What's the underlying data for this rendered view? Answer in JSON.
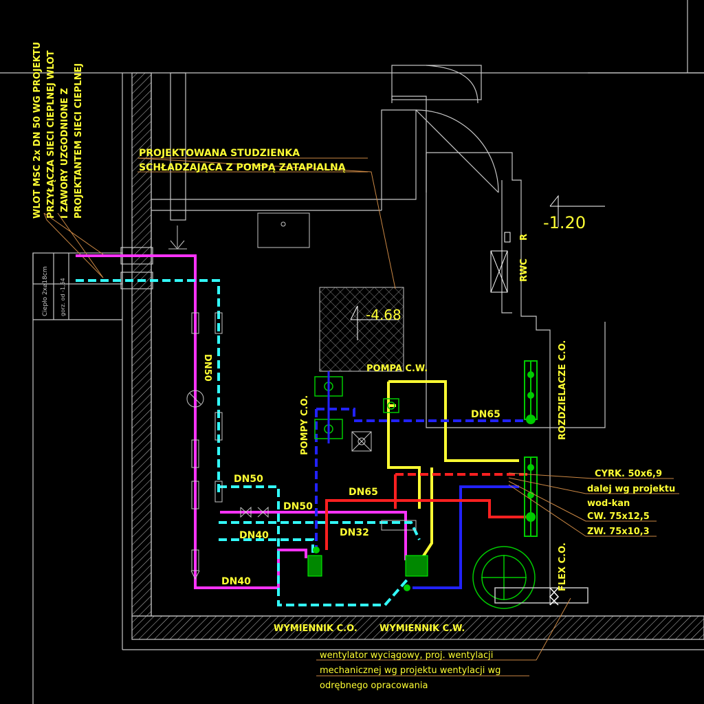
{
  "colors": {
    "background": "#000000",
    "wall": "#c8c8c8",
    "supply_magenta": "#ff33ff",
    "return_cyan": "#33ffff",
    "cold_water_yellow": "#ffff33",
    "hot_red": "#ff2020",
    "blue_line": "#2222ff",
    "green_line": "#00cc00",
    "annotation_yellow": "#ffff00",
    "leader_orange": "#cc8844",
    "plain_text": "#ffffff"
  },
  "notes": {
    "inlet_vertical_1": "WLOT MSC 2x DN 50 WG PROJEKTU",
    "inlet_vertical_2": "PRZYŁĄCZA SIECI CIEPLNEJ WLOT",
    "inlet_vertical_3": "I ZAWORY UZGODNIONE Z",
    "inlet_vertical_4": "PROJEKTANTEM SIECI CIEPLNEJ",
    "sump_1": "PROJEKTOWANA STUDZIENKA",
    "sump_2": "SCHŁADZAJĄCA Z POMPĄ ZATAPIALNĄ",
    "elevation_top": "-1.20",
    "elevation_sump": "-4.68",
    "rwc": "RWC",
    "r": "R",
    "pompa_cw": "POMPA C.W.",
    "pompy_co": "POMPY C.O.",
    "rozdzielacze": "ROZDZIELACZE C.O.",
    "flex": "FLEX C.O.",
    "wymiennik_co": "WYMIENNIK C.O.",
    "wymiennik_cw": "WYMIENNIK C.W.",
    "cyrk": "CYRK. 50x6,9",
    "dalej": "dalej wg projektu",
    "wodkan": "wod-kan",
    "cw": "CW. 75x12,5",
    "zw": "ZW. 75x10,3",
    "fan_1": "wentylator wyciągowy, proj. wentylacji",
    "fan_2": "mechanicznej wg projektu wentylacji wg",
    "fan_3": "odrębnego opracowania",
    "side_box_1": "Ciepło 2x⌀18cm",
    "side_box_2": "gorz. od -1,54"
  },
  "pipes": {
    "dn50_vertical": "DN50",
    "dn65_top": "DN65",
    "dn50_a": "DN50",
    "dn50_b": "DN50",
    "dn40_a": "DN40",
    "dn40_b": "DN40",
    "dn65_mid": "DN65",
    "dn32": "DN32"
  }
}
